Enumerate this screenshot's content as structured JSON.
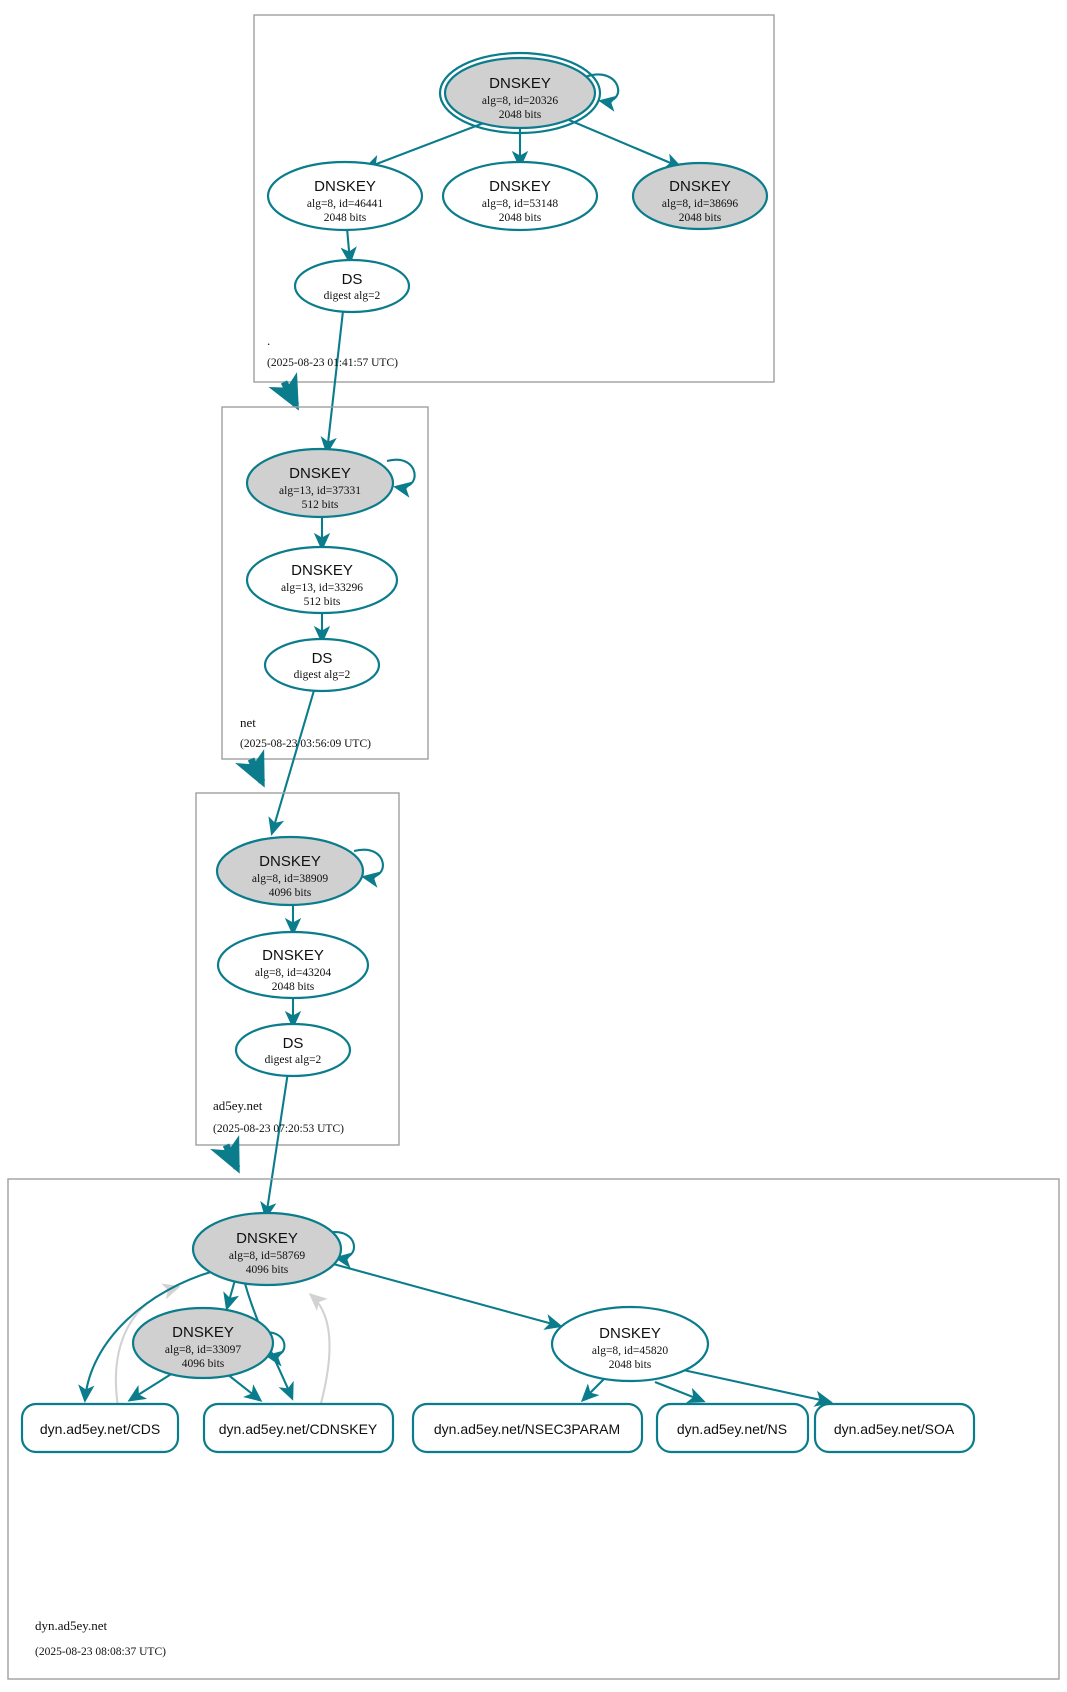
{
  "diagram": {
    "kind": "dnssec-authentication-chain",
    "colors": {
      "accent": "#0a7c8c",
      "secure_node_fill": "#d0d0d0",
      "plain_node_fill": "#ffffff",
      "zone_border": "#a0a0a0",
      "faded_edge": "#d2d2d2",
      "text": "#101010"
    }
  },
  "zones": [
    {
      "id": "root",
      "label": ".",
      "timestamp": "(2025-08-23 01:41:57 UTC)",
      "nodes": [
        {
          "id": "root-ksk",
          "type": "DNSKEY",
          "title": "DNSKEY",
          "line2": "alg=8, id=20326",
          "line3": "2048 bits",
          "alg": 8,
          "key_id": 20326,
          "bits": 2048,
          "trust_anchor": true,
          "shaded": true
        },
        {
          "id": "root-zsk-46441",
          "type": "DNSKEY",
          "title": "DNSKEY",
          "line2": "alg=8, id=46441",
          "line3": "2048 bits",
          "alg": 8,
          "key_id": 46441,
          "bits": 2048,
          "trust_anchor": false,
          "shaded": false
        },
        {
          "id": "root-zsk-53148",
          "type": "DNSKEY",
          "title": "DNSKEY",
          "line2": "alg=8, id=53148",
          "line3": "2048 bits",
          "alg": 8,
          "key_id": 53148,
          "bits": 2048,
          "trust_anchor": false,
          "shaded": false
        },
        {
          "id": "root-zsk-38696",
          "type": "DNSKEY",
          "title": "DNSKEY",
          "line2": "alg=8, id=38696",
          "line3": "2048 bits",
          "alg": 8,
          "key_id": 38696,
          "bits": 2048,
          "trust_anchor": false,
          "shaded": true
        },
        {
          "id": "root-ds",
          "type": "DS",
          "title": "DS",
          "line2": "digest alg=2",
          "line3": "",
          "digest_alg": 2,
          "shaded": false
        }
      ]
    },
    {
      "id": "net",
      "label": "net",
      "timestamp": "(2025-08-23 03:56:09 UTC)",
      "nodes": [
        {
          "id": "net-ksk",
          "type": "DNSKEY",
          "title": "DNSKEY",
          "line2": "alg=13, id=37331",
          "line3": "512 bits",
          "alg": 13,
          "key_id": 37331,
          "bits": 512,
          "shaded": true
        },
        {
          "id": "net-zsk",
          "type": "DNSKEY",
          "title": "DNSKEY",
          "line2": "alg=13, id=33296",
          "line3": "512 bits",
          "alg": 13,
          "key_id": 33296,
          "bits": 512,
          "shaded": false
        },
        {
          "id": "net-ds",
          "type": "DS",
          "title": "DS",
          "line2": "digest alg=2",
          "line3": "",
          "digest_alg": 2,
          "shaded": false
        }
      ]
    },
    {
      "id": "ad5ey-net",
      "label": "ad5ey.net",
      "timestamp": "(2025-08-23 07:20:53 UTC)",
      "nodes": [
        {
          "id": "ad5ey-ksk",
          "type": "DNSKEY",
          "title": "DNSKEY",
          "line2": "alg=8, id=38909",
          "line3": "4096 bits",
          "alg": 8,
          "key_id": 38909,
          "bits": 4096,
          "shaded": true
        },
        {
          "id": "ad5ey-zsk",
          "type": "DNSKEY",
          "title": "DNSKEY",
          "line2": "alg=8, id=43204",
          "line3": "2048 bits",
          "alg": 8,
          "key_id": 43204,
          "bits": 2048,
          "shaded": false
        },
        {
          "id": "ad5ey-ds",
          "type": "DS",
          "title": "DS",
          "line2": "digest alg=2",
          "line3": "",
          "digest_alg": 2,
          "shaded": false
        }
      ]
    },
    {
      "id": "dyn-ad5ey-net",
      "label": "dyn.ad5ey.net",
      "timestamp": "(2025-08-23 08:08:37 UTC)",
      "nodes": [
        {
          "id": "dyn-ksk",
          "type": "DNSKEY",
          "title": "DNSKEY",
          "line2": "alg=8, id=58769",
          "line3": "4096 bits",
          "alg": 8,
          "key_id": 58769,
          "bits": 4096,
          "shaded": true
        },
        {
          "id": "dyn-ksk2",
          "type": "DNSKEY",
          "title": "DNSKEY",
          "line2": "alg=8, id=33097",
          "line3": "4096 bits",
          "alg": 8,
          "key_id": 33097,
          "bits": 4096,
          "shaded": true
        },
        {
          "id": "dyn-zsk",
          "type": "DNSKEY",
          "title": "DNSKEY",
          "line2": "alg=8, id=45820",
          "line3": "2048 bits",
          "alg": 8,
          "key_id": 45820,
          "bits": 2048,
          "shaded": false
        }
      ],
      "rrsets": [
        {
          "id": "rr-cds",
          "label": "dyn.ad5ey.net/CDS"
        },
        {
          "id": "rr-cdnskey",
          "label": "dyn.ad5ey.net/CDNSKEY"
        },
        {
          "id": "rr-nsec3param",
          "label": "dyn.ad5ey.net/NSEC3PARAM"
        },
        {
          "id": "rr-ns",
          "label": "dyn.ad5ey.net/NS"
        },
        {
          "id": "rr-soa",
          "label": "dyn.ad5ey.net/SOA"
        }
      ]
    }
  ]
}
